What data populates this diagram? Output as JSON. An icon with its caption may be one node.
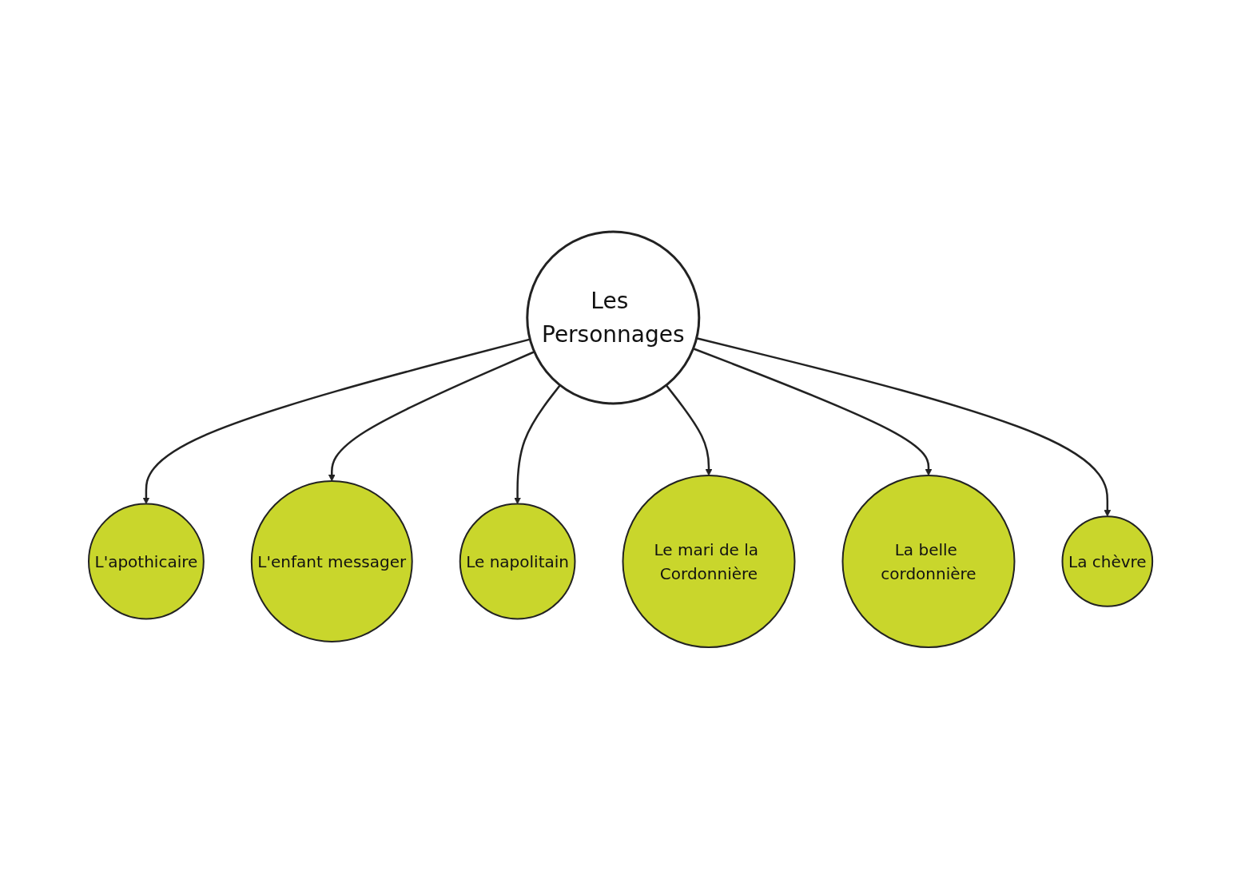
{
  "diagram": {
    "nodes": [
      {
        "text": [
          "L'apothicaire"
        ]
      },
      {
        "text": [
          "L'enfant messager"
        ]
      },
      {
        "text": [
          "Le napolitain"
        ]
      },
      {
        "text": [
          "Le mari de la Cordonnière"
        ]
      },
      {
        "text": [
          "Les Personnages"
        ]
      },
      {
        "text": [
          "La belle cordonnière"
        ]
      },
      {
        "text": [
          "La chèvre"
        ]
      }
    ],
    "edges": [
      {
        "from": 4,
        "to": 0,
        "arrow": "to"
      },
      {
        "from": 4,
        "to": 1,
        "arrow": "to"
      },
      {
        "from": 4,
        "to": 2,
        "arrow": "to"
      },
      {
        "from": 4,
        "to": 3,
        "arrow": "to"
      },
      {
        "from": 4,
        "to": 5,
        "arrow": "to"
      },
      {
        "from": 4,
        "to": 6,
        "arrow": "to"
      }
    ]
  }
}
